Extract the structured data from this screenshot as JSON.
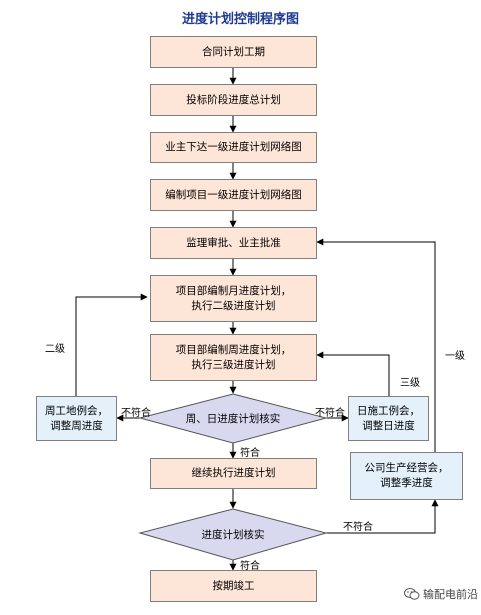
{
  "title": "进度计划控制程序图",
  "steps": {
    "s1": "合同计划工期",
    "s2": "投标阶段进度总计划",
    "s3": "业主下达一级进度计划网络图",
    "s4": "编制项目一级进度计划网络图",
    "s5": "监理审批、业主批准",
    "s6": "项目部编制月进度计划，\n执行二级进度计划",
    "s7": "项目部编制周进度计划，\n执行三级进度计划",
    "s9": "继续执行进度计划",
    "s11": "按期竣工"
  },
  "decisions": {
    "d1": "周、日进度计划核实",
    "d2": "进度计划核实"
  },
  "side_boxes": {
    "left": "周工地例会，\n调整周进度",
    "right": "日施工例会，\n调整日进度",
    "company": "公司生产经营会，\n调整季进度"
  },
  "edge_labels": {
    "level2": "二级",
    "level3": "三级",
    "level1": "一级",
    "nonconform_left": "不符合",
    "nonconform_right": "不符合",
    "conform1": "符合",
    "nonconform_bottom": "不符合",
    "conform2": "符合"
  },
  "watermark": {
    "text": "输配电前沿",
    "icon": "wechat-icon"
  },
  "colors": {
    "step_fill": "#fde5d8",
    "decision_fill": "#d8d9ef",
    "side_fill": "#e4f1fb",
    "title": "#1f3a93"
  }
}
